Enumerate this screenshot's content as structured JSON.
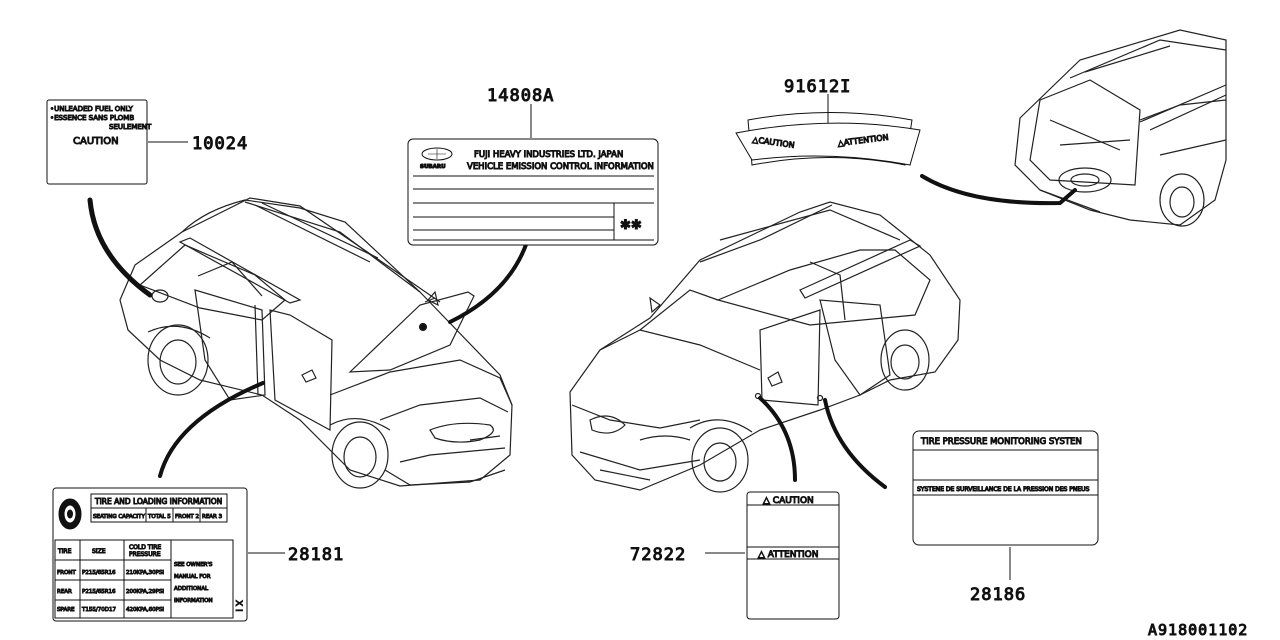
{
  "diagram_id": "A918001102",
  "callouts": {
    "p10024": "10024",
    "p14808a": "14808A",
    "p91612i": "91612I",
    "p28181": "28181",
    "p72822": "72822",
    "p28186": "28186"
  },
  "fuel_label": {
    "line1": "•UNLEADED FUEL ONLY",
    "line2": "•ESSENCE SANS PLOMB",
    "line3": "SEULEMENT",
    "caution": "CAUTION"
  },
  "emission_label": {
    "brand": "SUBARU",
    "line1": "FUJI HEAVY INDUSTRIES LTD. JAPAN",
    "line2": "VEHICLE EMISSION CONTROL INFORMATION",
    "mark": "✱✱"
  },
  "hood_label": {
    "left": "△CAUTION",
    "right": "△ATTENTION"
  },
  "tire_label": {
    "title": "TIRE AND LOADING INFORMATION",
    "seating": "SEATING CAPACITY",
    "total": "TOTAL 5",
    "front": "FRONT 2",
    "rear": "REAR 3",
    "col_tire": "TIRE",
    "col_size": "SIZE",
    "col_pressure_1": "COLD TIRE",
    "col_pressure_2": "PRESSURE",
    "rows": [
      {
        "tire": "FRONT",
        "size": "P215/65R16",
        "pressure": "210KPA,30PSI"
      },
      {
        "tire": "REAR",
        "size": "P215/65R16",
        "pressure": "200KPA,29PSI"
      },
      {
        "tire": "SPARE",
        "size": "T155/70D17",
        "pressure": "420KPA,60PSI"
      }
    ],
    "note": [
      "SEE OWNER'S",
      "MANUAL FOR",
      "ADDITIONAL",
      "INFORMATION"
    ],
    "side_mark": "X I"
  },
  "door_label": {
    "caution": "△ CAUTION",
    "attention": "△ ATTENTION"
  },
  "tpms_label": {
    "line1": "TIRE PRESSURE MONITORING SYSTEN",
    "line2": "SYSTENE DE SURVEILLANCE DE LA PRESSION DES PNEUS"
  }
}
